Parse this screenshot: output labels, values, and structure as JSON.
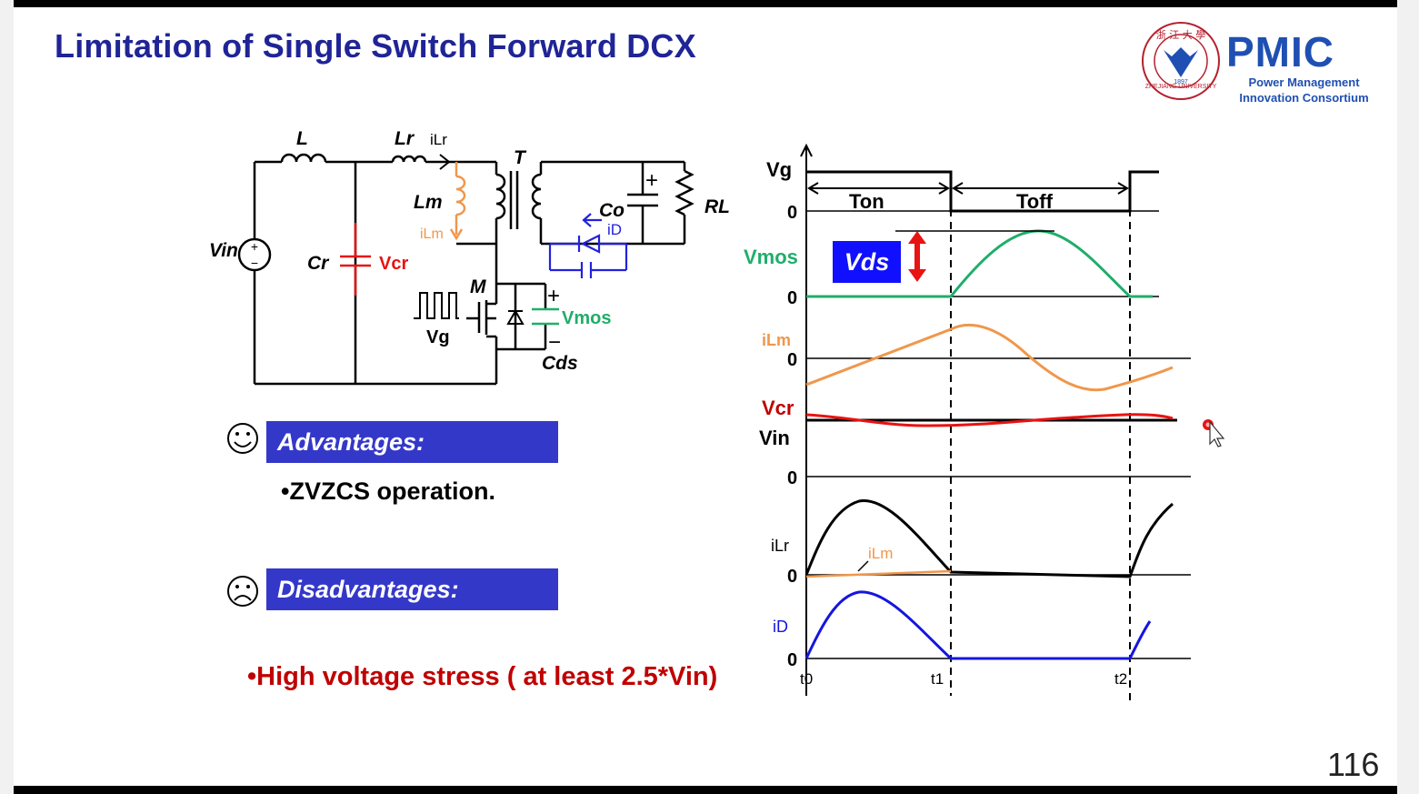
{
  "slide": {
    "title": "Limitation of Single Switch Forward DCX",
    "page_number": "116"
  },
  "logo": {
    "name": "PMIC",
    "subtitle_line1": "Power Management",
    "subtitle_line2": "Innovation Consortium",
    "seal_year": "1897",
    "seal_text": "ZHEJIANG UNIVERSITY",
    "seal_chinese": "浙 江 大 學"
  },
  "circuit": {
    "labels": {
      "L": "L",
      "Lr": "Lr",
      "iLr": "iLr",
      "T": "T",
      "Lm": "Lm",
      "iLm": "iLm",
      "Vin": "Vin",
      "Cr": "Cr",
      "Vcr": "Vcr",
      "Co": "Co",
      "iD": "iD",
      "RL": "RL",
      "M": "M",
      "Vg": "Vg",
      "Vmos": "Vmos",
      "Cds": "Cds",
      "plus": "+",
      "minus": "−"
    }
  },
  "advantages": {
    "heading": "Advantages:",
    "items": [
      "•ZVZCS operation."
    ]
  },
  "disadvantages": {
    "heading": "Disadvantages:",
    "items": [
      "•High voltage stress ( at least 2.5*Vin)"
    ]
  },
  "waveforms": {
    "labels": {
      "vg": "Vg",
      "ton": "Ton",
      "toff": "Toff",
      "vmos": "Vmos",
      "vds": "Vds",
      "ilm": "iLm",
      "vcr": "Vcr",
      "vin": "Vin",
      "ilr": "iLr",
      "ilm2": "iLm",
      "id": "iD",
      "zero": "0",
      "t0": "t0",
      "t1": "t1",
      "t2": "t2"
    },
    "colors": {
      "vg": "#000000",
      "vmos": "#1fae6a",
      "ilm": "#f0974b",
      "vcr": "#e81313",
      "ilr": "#000000",
      "id": "#1515e0",
      "vds_arrow": "#e81313"
    }
  },
  "icons": {
    "happy": "smiley-face-icon",
    "sad": "frown-face-icon",
    "cursor": "mouse-pointer-icon",
    "laser": "laser-pointer-icon"
  }
}
